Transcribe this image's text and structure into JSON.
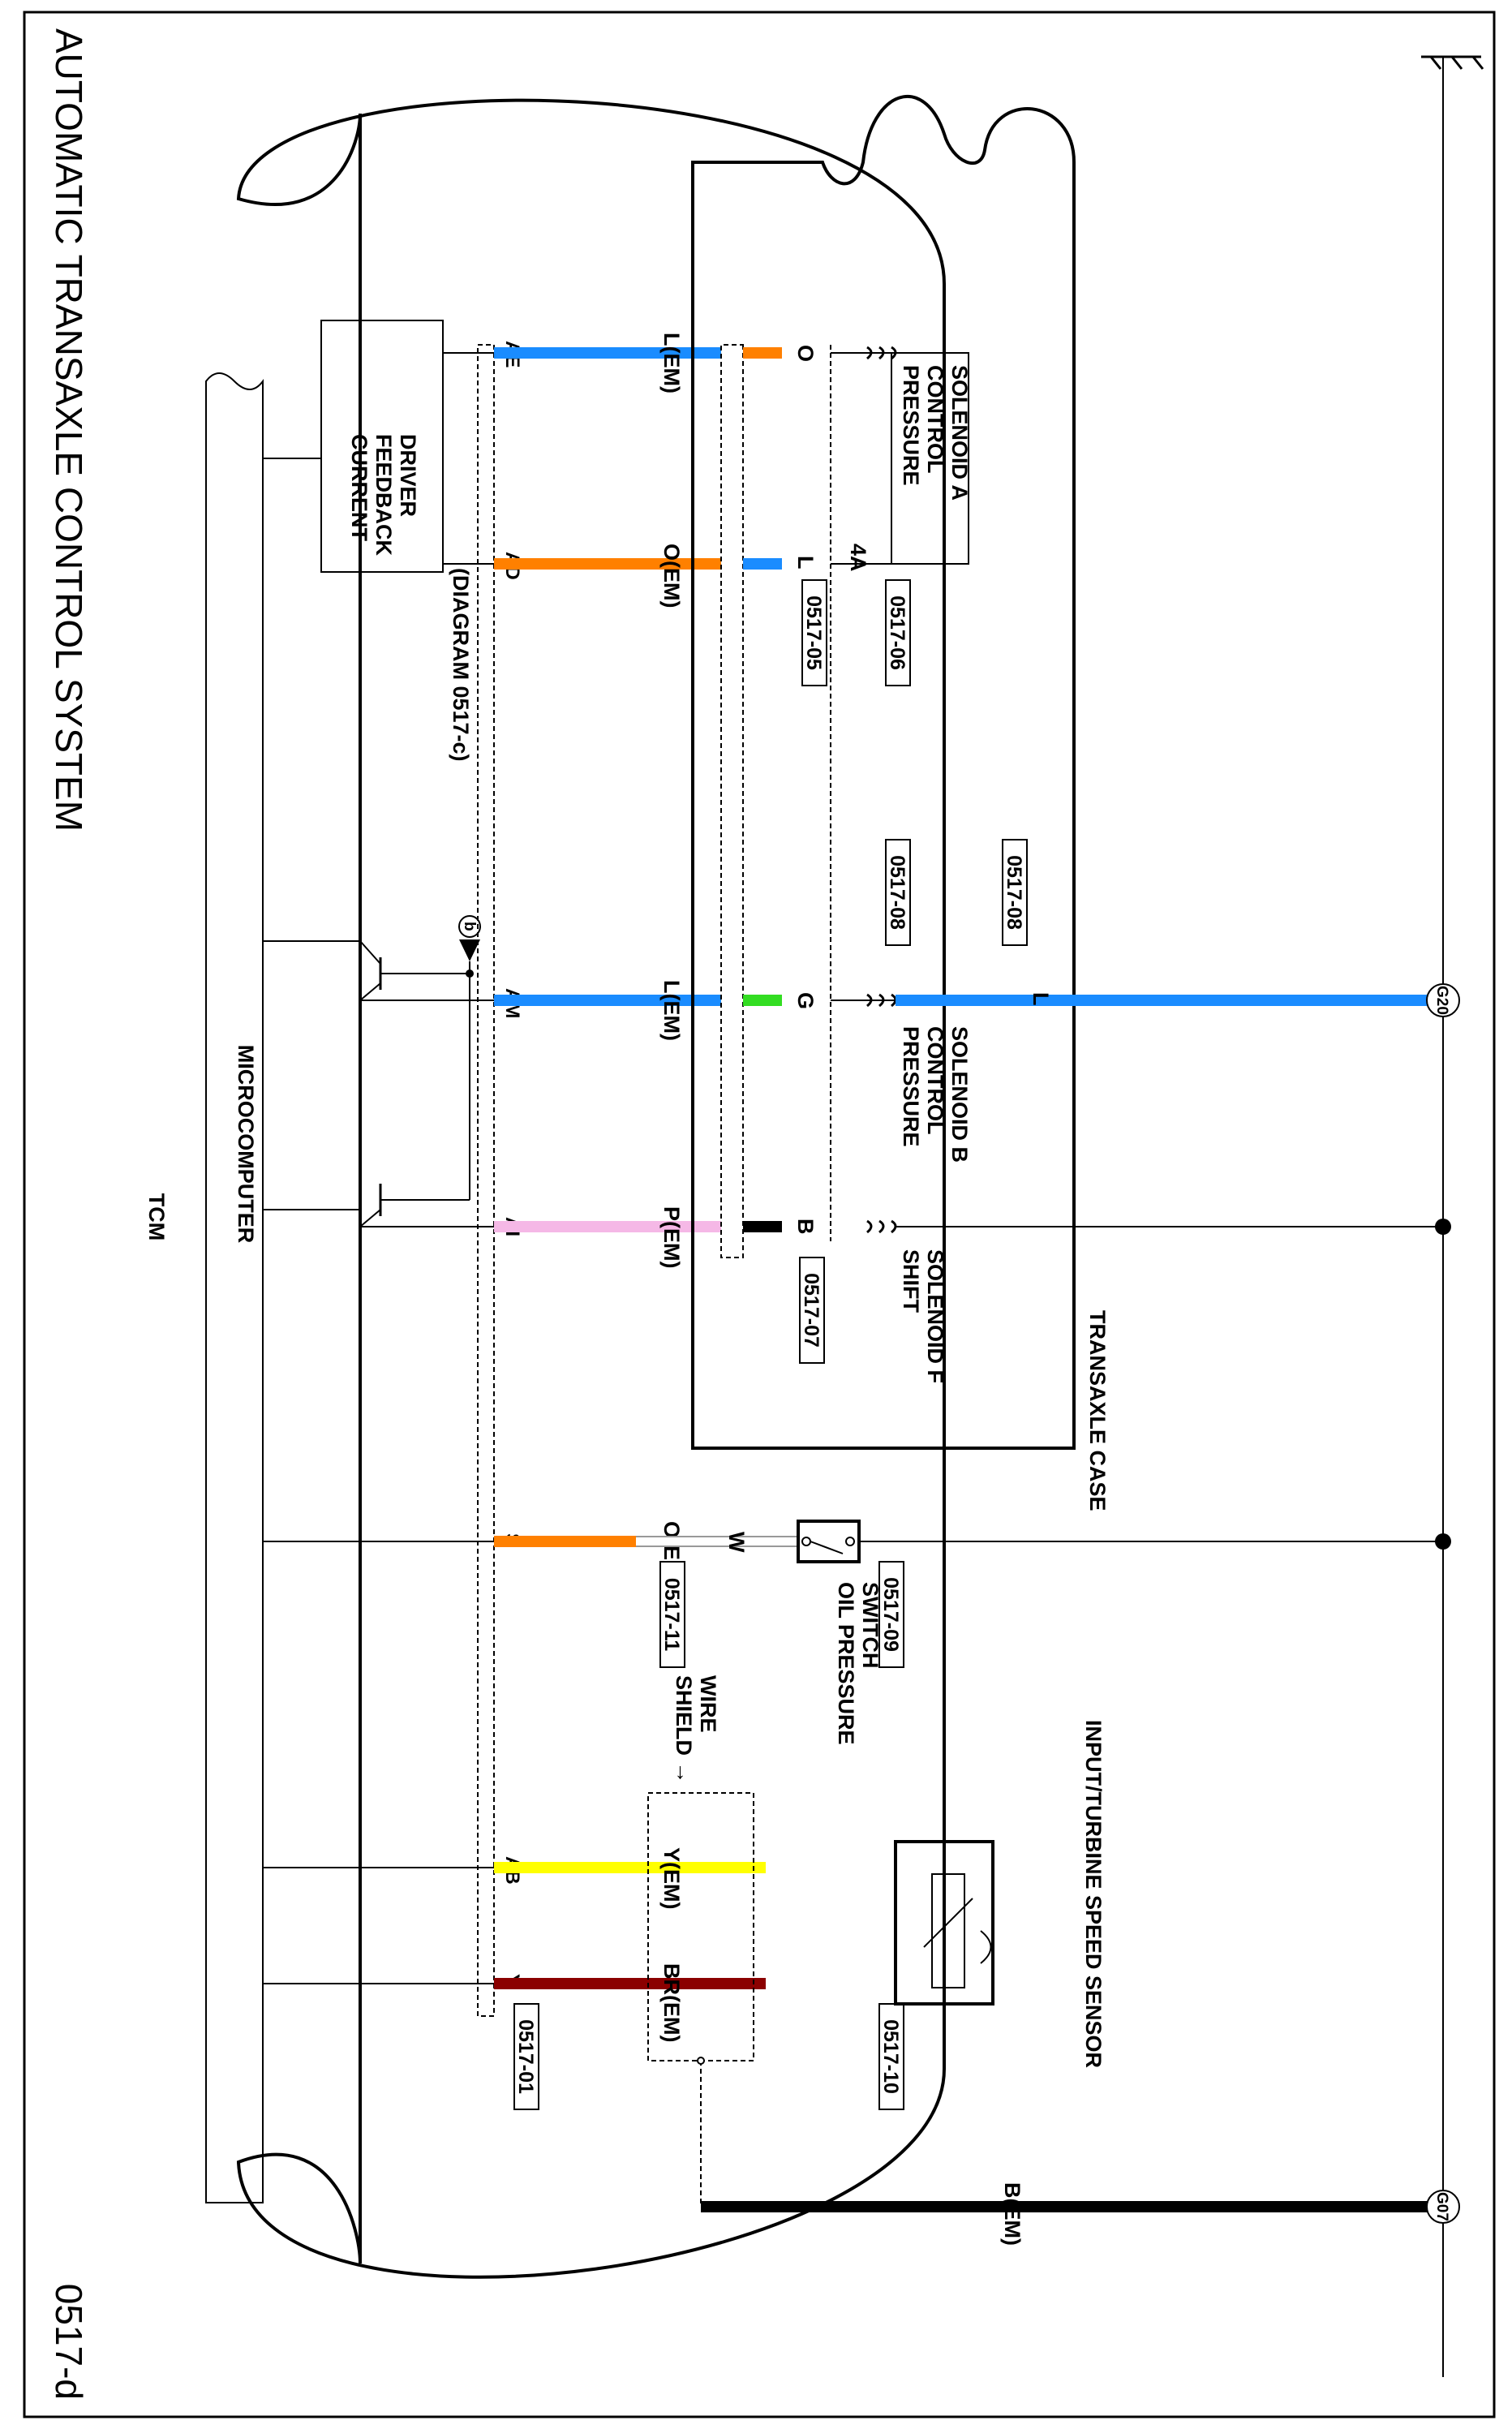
{
  "title": "AUTOMATIC TRANSAXLE CONTROL SYSTEM",
  "page_code": "0517-d",
  "tcm_label": "TCM",
  "microcomputer_label": "MICROCOMPUTER",
  "current_feedback_driver": [
    "CURRENT",
    "FEEDBACK",
    "DRIVER"
  ],
  "diagram_ref": "(DIAGRAM 0517-c)",
  "diagram_ref_marker": "b",
  "transaxle_case_label": "TRANSAXLE CASE",
  "shield_wire_label": [
    "SHIELD →",
    "WIRE"
  ],
  "pins": {
    "ae": "AE",
    "ad": "AD",
    "am": "AM",
    "ai": "AI",
    "s": "S",
    "ab": "AB",
    "y": "Y"
  },
  "wires": {
    "ae": "L(EM)",
    "ad": "O(EM)",
    "am": "L(EM)",
    "ai": "P(EM)",
    "s": "O(EM)",
    "ab": "Y(EM)",
    "y": "BR(EM)",
    "g07": "B(EM)",
    "case_ae": "O",
    "case_ad": "L",
    "case_am": "G",
    "case_ai": "B",
    "osw": "W",
    "g20_branch": "L"
  },
  "connectors": {
    "c0517_01": "0517-01",
    "c0517_05": "0517-05",
    "c0517_06": "0517-06",
    "c0517_07": "0517-07",
    "c0517_08a": "0517-08",
    "c0517_08b": "0517-08",
    "c0517_09": "0517-09",
    "c0517_10": "0517-10",
    "c0517_11": "0517-11"
  },
  "pin_4a": "4A",
  "components": {
    "pcs_a": [
      "PRESSURE",
      "CONTROL",
      "SOLENOID A"
    ],
    "pcs_b": [
      "PRESSURE",
      "CONTROL",
      "SOLENOID B"
    ],
    "shift_f": [
      "SHIFT",
      "SOLENOID F"
    ],
    "oil_switch": [
      "OIL PRESSURE",
      "SWITCH"
    ],
    "speed_sensor": "INPUT/TURBINE SPEED SENSOR"
  },
  "grounds": {
    "g20": "G20",
    "g07": "G07"
  },
  "colors": {
    "blue": "#1a8cff",
    "orange": "#ff8000",
    "green": "#33dd22",
    "pink": "#f5b8e6",
    "yellow": "#ffff00",
    "brown": "#8b0000",
    "black": "#000000"
  }
}
